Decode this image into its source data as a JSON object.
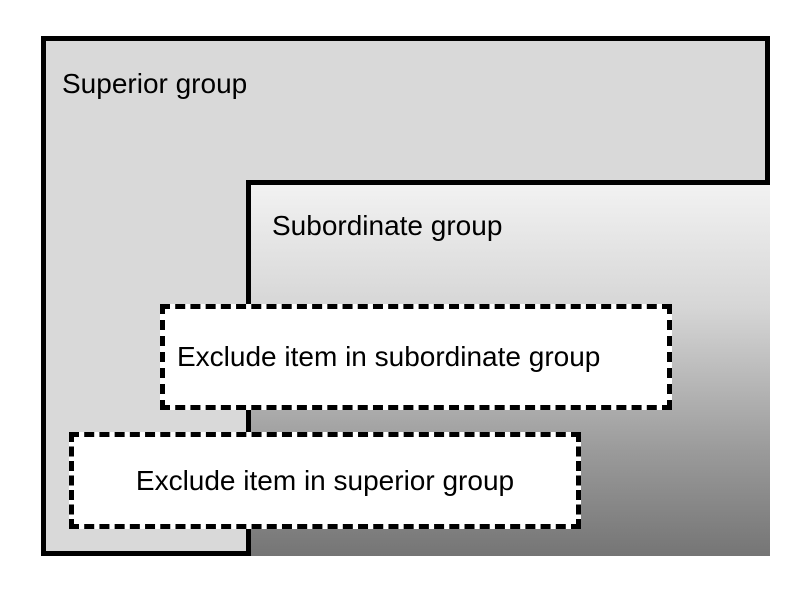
{
  "diagram": {
    "type": "nested-group-venn",
    "title": "",
    "superior_group": {
      "label": "Superior group",
      "fill_color": "#d9d9d9",
      "border_color": "#000000"
    },
    "subordinate_group": {
      "label": "Subordinate group",
      "gradient_from": "#f2f2f2",
      "gradient_to": "#757575",
      "border_color": "#000000"
    },
    "exclude_items": [
      {
        "label": "Exclude item in subordinate group",
        "fill_color": "#ffffff",
        "border_style": "dashed",
        "border_color": "#000000"
      },
      {
        "label": "Exclude item in superior group",
        "fill_color": "#ffffff",
        "border_style": "dashed",
        "border_color": "#000000"
      }
    ]
  }
}
